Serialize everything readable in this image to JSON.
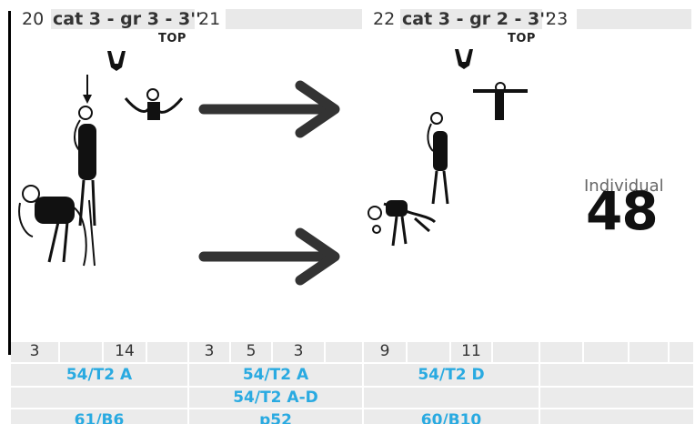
{
  "header": {
    "col1_number": "20",
    "col1_title": "cat 3 - gr 3 - 3''",
    "col2_number": "21",
    "col3_number": "22",
    "col3_title": "cat 3 - gr 2 - 3''",
    "col4_number": "23",
    "top_label_left": "TOP",
    "top_label_right": "TOP"
  },
  "score": {
    "label": "Individual",
    "value": "48"
  },
  "counts_row": {
    "cells": [
      "3",
      "14",
      "3",
      "5",
      "3",
      "9",
      "11"
    ]
  },
  "codes": {
    "row1": [
      "54/T2 A",
      "54/T2 A",
      "54/T2 D"
    ],
    "row2": [
      "54/T2 A-D"
    ],
    "row3": [
      "61/B6",
      "p52",
      "60/B10"
    ]
  },
  "icons": [
    "stick-figure-drawing",
    "arrow-right-icon",
    "arrow-right-icon"
  ],
  "colors": {
    "code_text": "#29aae1",
    "cell_bg": "#ebebeb"
  }
}
